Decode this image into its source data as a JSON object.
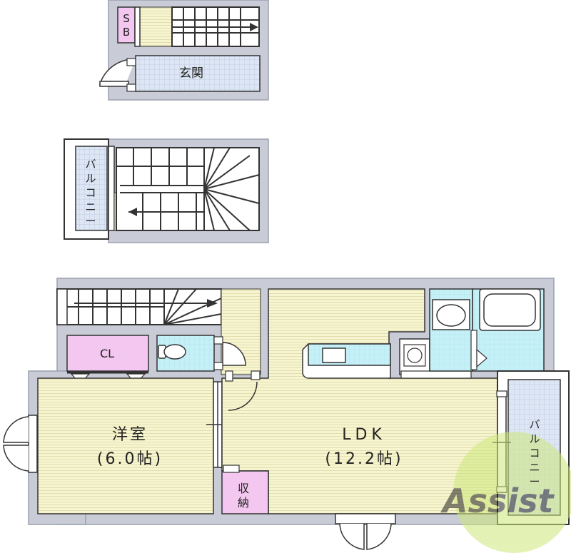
{
  "floors": {
    "entrance_floor": {
      "shoe_box_chars": [
        "S",
        "B"
      ],
      "entrance": "玄関"
    },
    "middle_floor": {
      "balcony_chars": [
        "バ",
        "ル",
        "コ",
        "ニ",
        "ー"
      ]
    },
    "main_floor": {
      "closet": "CL",
      "western_room": {
        "name": "洋室",
        "size": "(6.0帖)"
      },
      "ldk": {
        "name": "LDK",
        "size": "(12.2帖)"
      },
      "storage_chars": [
        "収",
        "納"
      ],
      "balcony_chars": [
        "バ",
        "ル",
        "コ",
        "ニ",
        "ー"
      ]
    }
  },
  "watermark": "Assist",
  "colors": {
    "wall": "#c9ccd6",
    "wall_outline": "#9aa0ad",
    "floor_wood": "#f7f5cf",
    "tile_blue": "#dde6f4",
    "water_cyan": "#c6f0f7",
    "closet_pink": "#f3c7ef",
    "balcony_blue": "#dde6f4",
    "watermark_green": "#b6d84a"
  }
}
